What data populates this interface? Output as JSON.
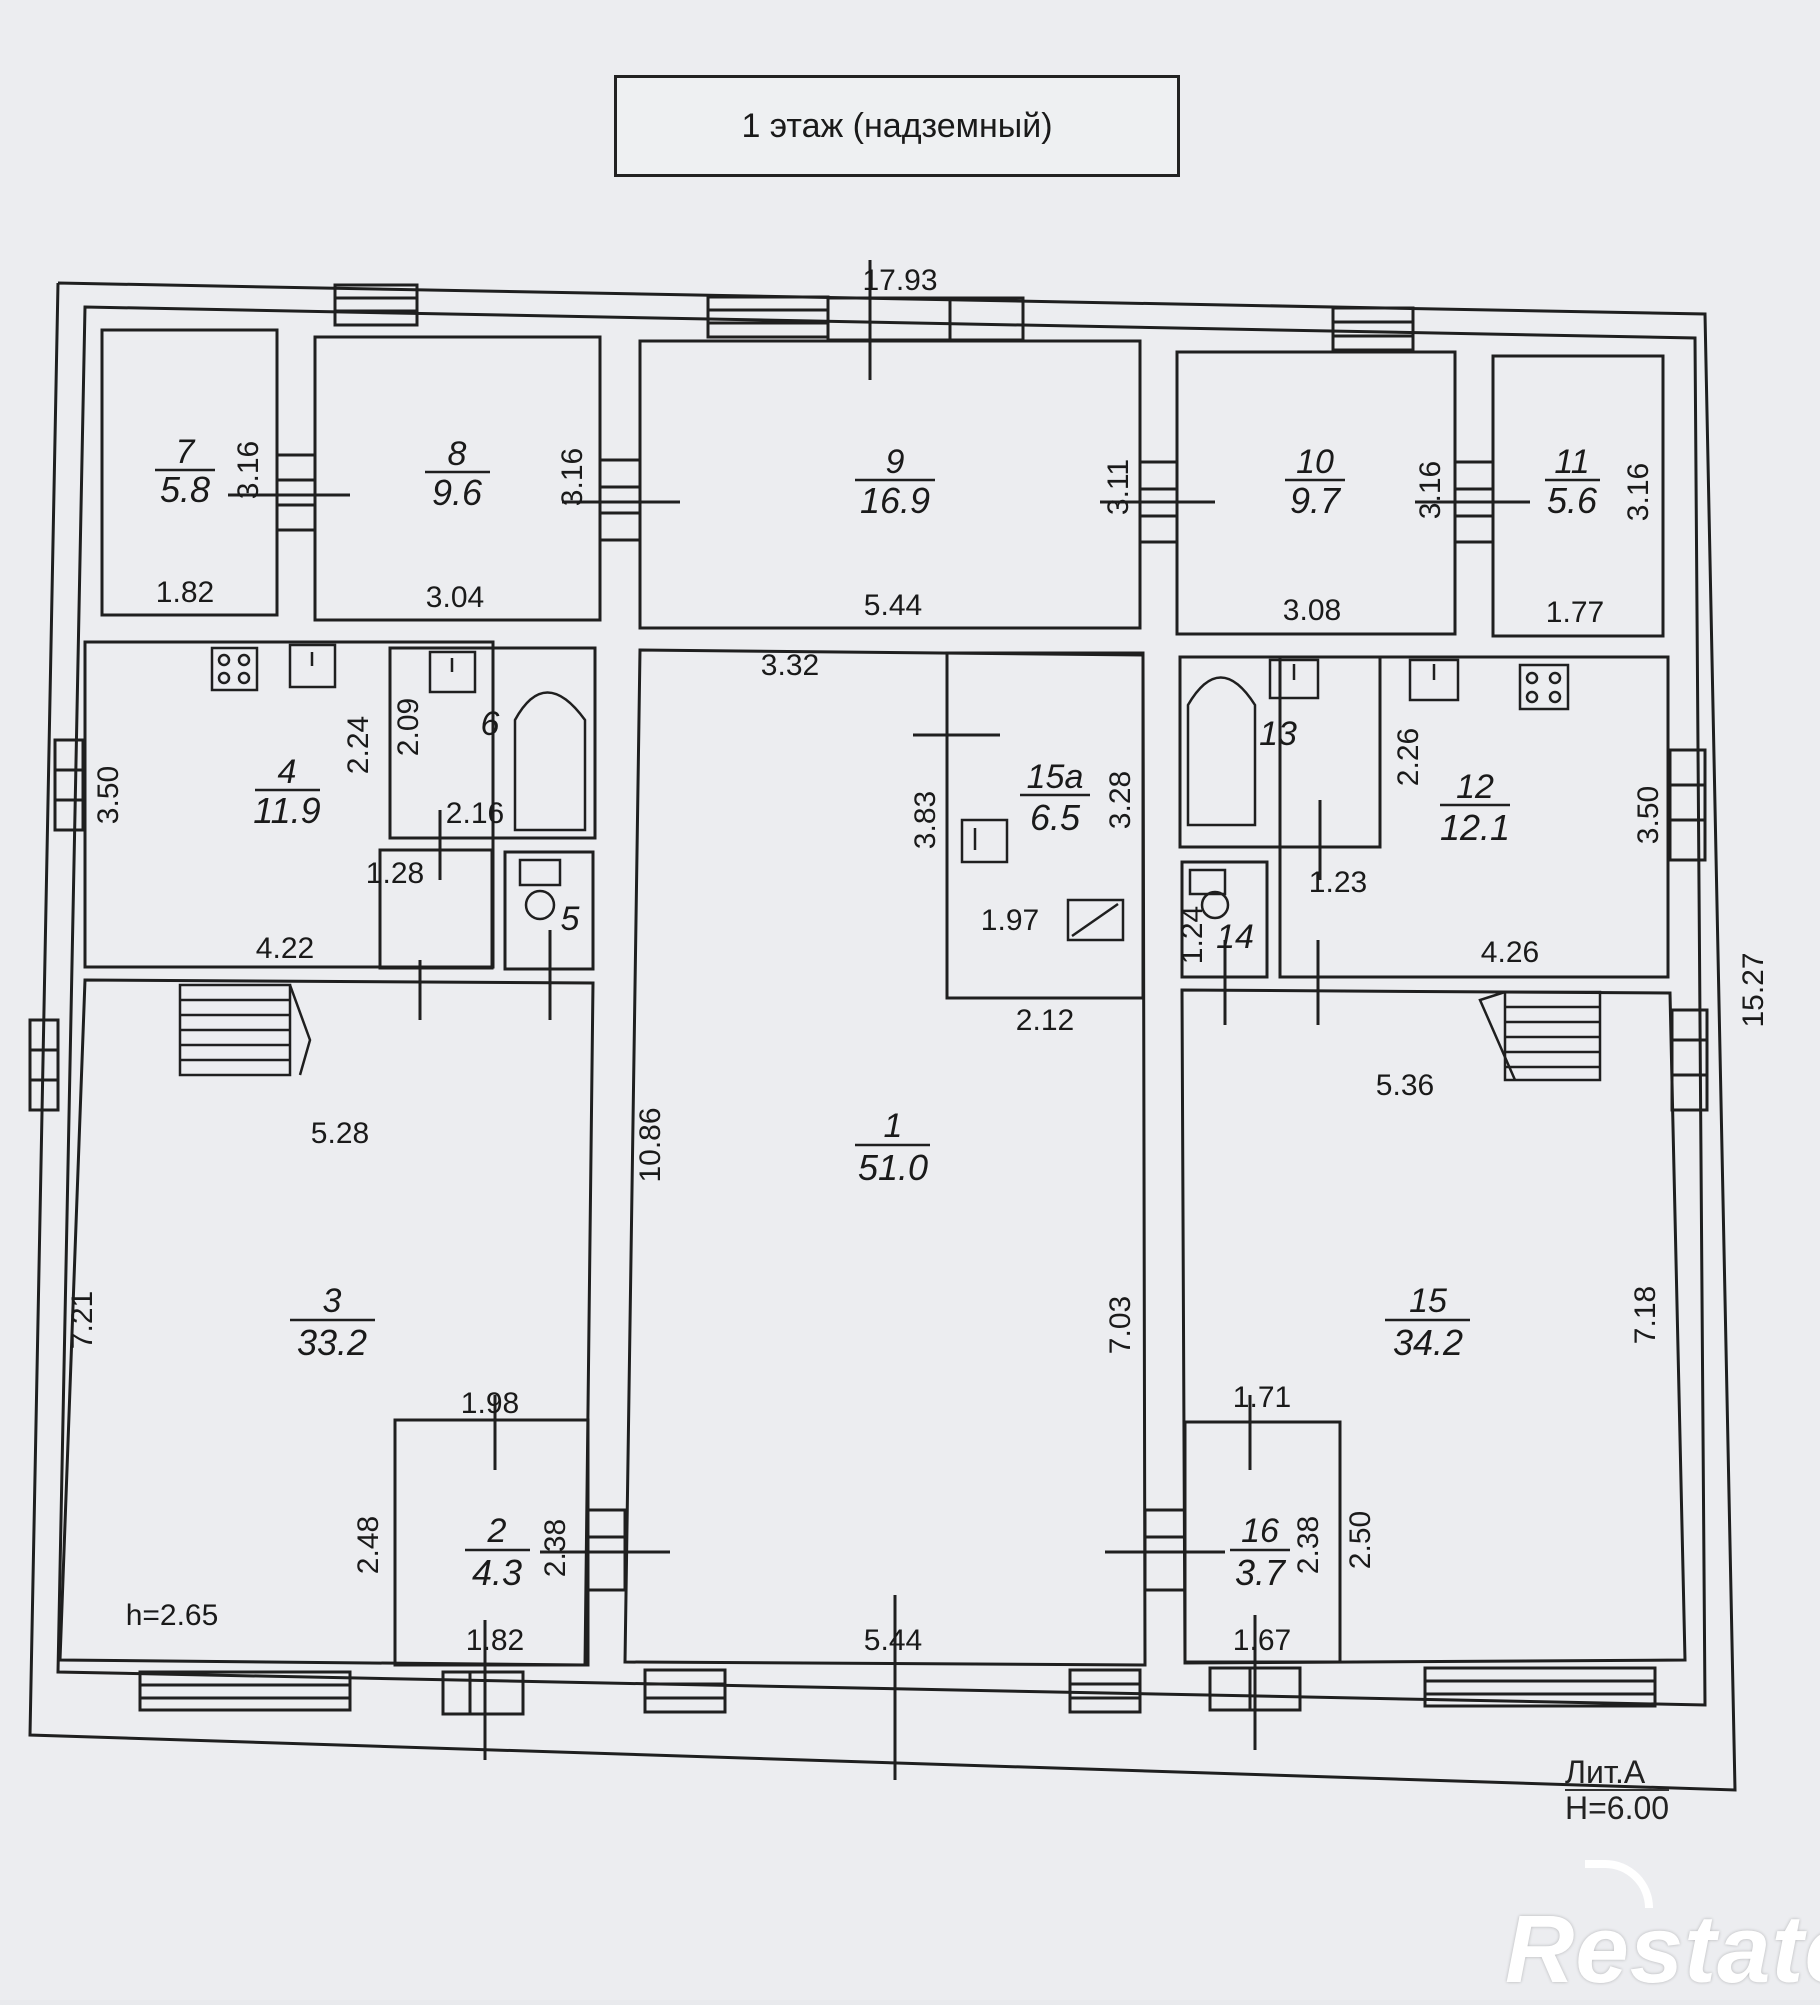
{
  "title": "1 этаж (надземный)",
  "rooms": [
    {
      "id": "r7",
      "num": "7",
      "area": "5.8"
    },
    {
      "id": "r8",
      "num": "8",
      "area": "9.6"
    },
    {
      "id": "r9",
      "num": "9",
      "area": "16.9"
    },
    {
      "id": "r10",
      "num": "10",
      "area": "9.7"
    },
    {
      "id": "r11",
      "num": "11",
      "area": "5.6"
    },
    {
      "id": "r4",
      "num": "4",
      "area": "11.9"
    },
    {
      "id": "r6",
      "num": "6",
      "area": ""
    },
    {
      "id": "r5",
      "num": "5",
      "area": ""
    },
    {
      "id": "r15a",
      "num": "15а",
      "area": "6.5"
    },
    {
      "id": "r13",
      "num": "13",
      "area": ""
    },
    {
      "id": "r12",
      "num": "12",
      "area": "12.1"
    },
    {
      "id": "r14",
      "num": "14",
      "area": ""
    },
    {
      "id": "r3",
      "num": "3",
      "area": "33.2"
    },
    {
      "id": "r1",
      "num": "1",
      "area": "51.0"
    },
    {
      "id": "r15",
      "num": "15",
      "area": "34.2"
    },
    {
      "id": "r2",
      "num": "2",
      "area": "4.3"
    },
    {
      "id": "r16",
      "num": "16",
      "area": "3.7"
    }
  ],
  "dimensions": {
    "overall_width": "17.93",
    "overall_height": "15.27",
    "d_182_top": "1.82",
    "d_316_7": "3.16",
    "d_304": "3.04",
    "d_316_8": "3.16",
    "d_544_top": "5.44",
    "d_311": "3.11",
    "d_308": "3.08",
    "d_316_10": "3.16",
    "d_177": "1.77",
    "d_316_11": "3.16",
    "d_350_l": "3.50",
    "d_224": "2.24",
    "d_209": "2.09",
    "d_216": "2.16",
    "d_128": "1.28",
    "d_422": "4.22",
    "d_332": "3.32",
    "d_383": "3.83",
    "d_328": "3.28",
    "d_197": "1.97",
    "d_212": "2.12",
    "d_226": "2.26",
    "d_350_r": "3.50",
    "d_123": "1.23",
    "d_124": "1.24",
    "d_426": "4.26",
    "d_528": "5.28",
    "d_1086": "10.86",
    "d_536": "5.36",
    "d_721": "7.21",
    "d_703": "7.03",
    "d_718": "7.18",
    "d_198": "1.98",
    "d_171": "1.71",
    "d_248": "2.48",
    "d_238_l": "2.38",
    "d_238_r": "2.38",
    "d_250": "2.50",
    "d_182_bot": "1.82",
    "d_544_bot": "5.44",
    "d_167": "1.67"
  },
  "height_note": "h=2.65",
  "litera": "Лит.А",
  "litera_height": "H=6.00",
  "watermark": "Restate"
}
